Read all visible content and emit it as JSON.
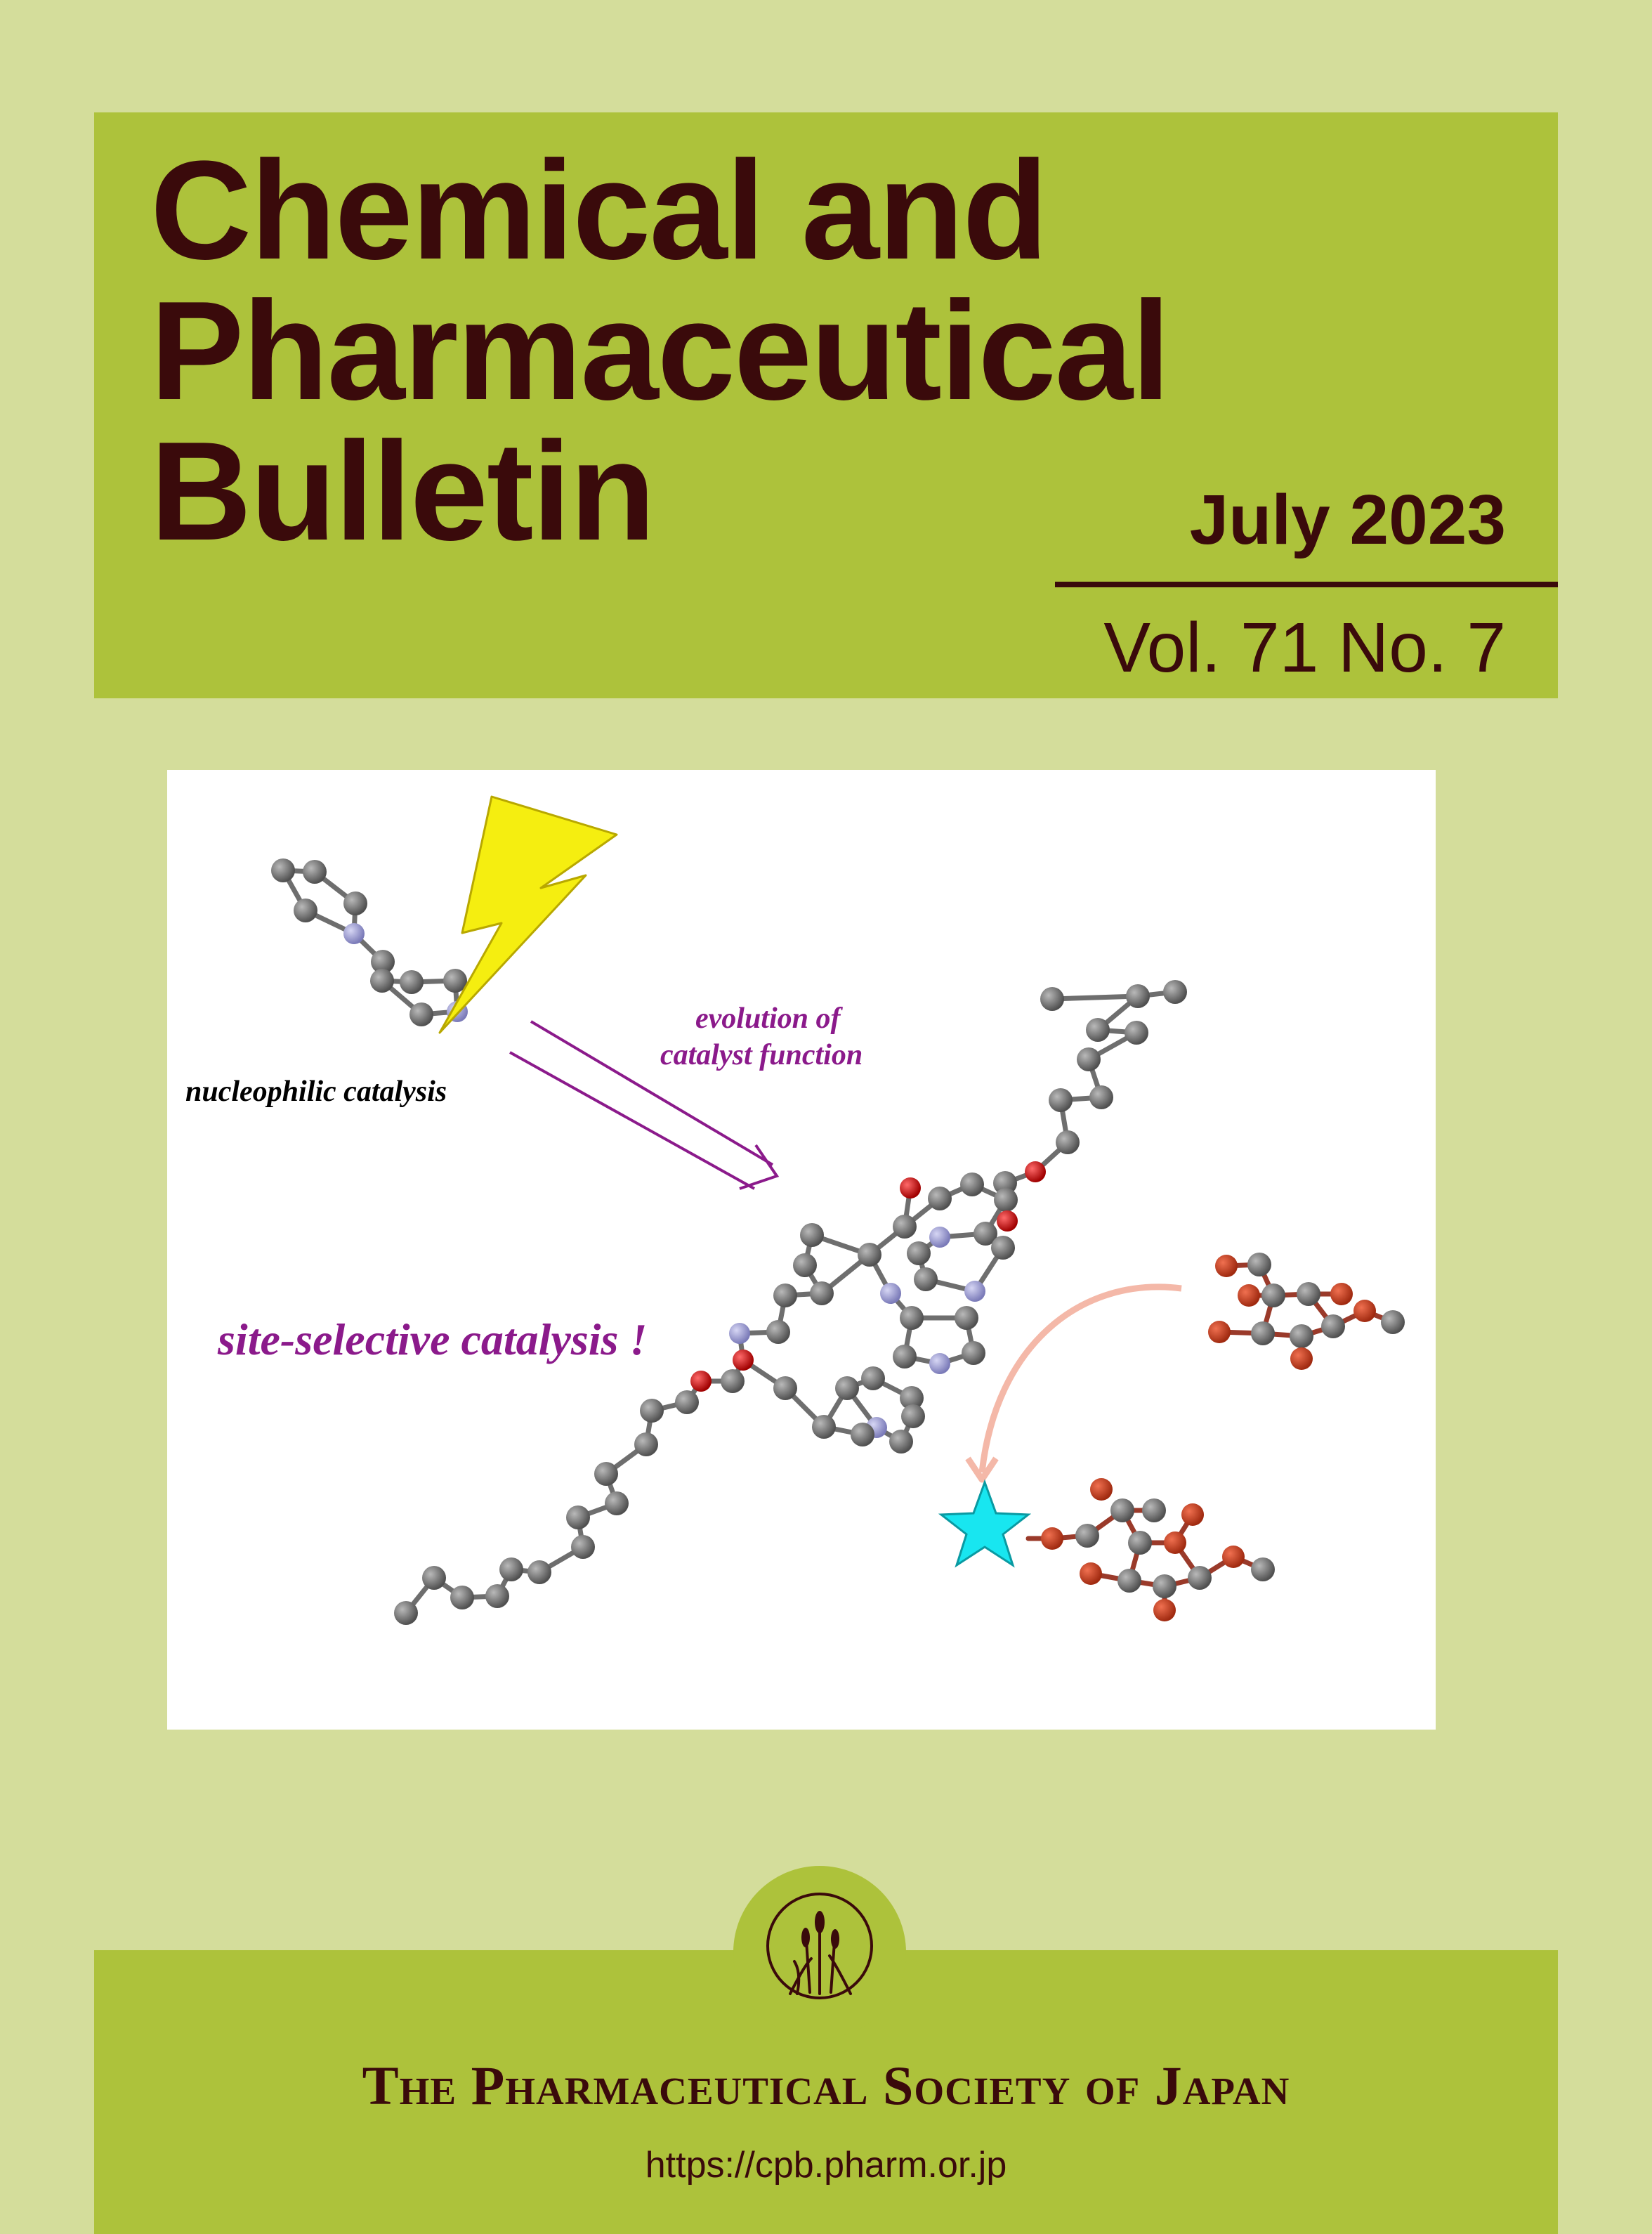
{
  "journal": {
    "title_lines": [
      "Chemical and",
      "Pharmaceutical",
      "Bulletin"
    ],
    "issue_date": "July 2023",
    "volume_issue": "Vol. 71 No. 7"
  },
  "cover_figure": {
    "label_nucleophilic": "nucleophilic catalysis",
    "label_evolution_1": "evolution of",
    "label_evolution_2": "catalyst function",
    "label_site_selective": "site-selective catalysis !"
  },
  "publisher": {
    "name": "The Pharmaceutical Society of Japan",
    "url": "https://cpb.pharm.or.jp"
  },
  "colors": {
    "page_background": "#d4dd9b",
    "panel": "#adc23b",
    "title_text": "#3a0a0b",
    "label_purple": "#8b1a8b",
    "carbon": "#6e6e6e",
    "nitrogen": "#9a9ad6",
    "oxygen": "#d10a0a",
    "lightning": "#f5ee10",
    "star": "#18e6f0",
    "curved_arrow": "#f4b8a8"
  },
  "icons": [
    "lightning-bolt-icon",
    "double-arrow-icon",
    "curved-arrow-icon",
    "star-icon",
    "society-emblem-icon"
  ]
}
